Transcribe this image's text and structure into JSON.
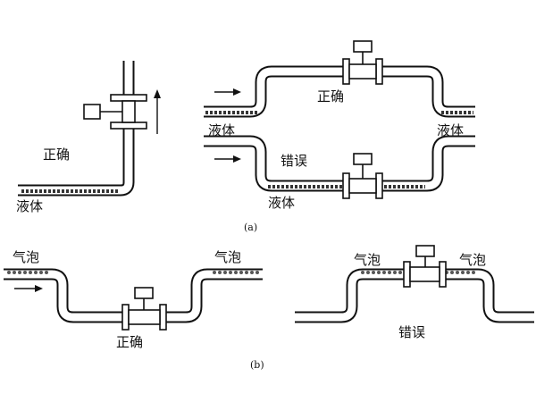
{
  "labels": {
    "correct": "正确",
    "wrong": "错误",
    "liquid": "液体",
    "bubble": "气泡"
  },
  "captions": {
    "a": "(a)",
    "b": "(b)"
  },
  "colors": {
    "line": "#111111",
    "background": "#ffffff"
  }
}
